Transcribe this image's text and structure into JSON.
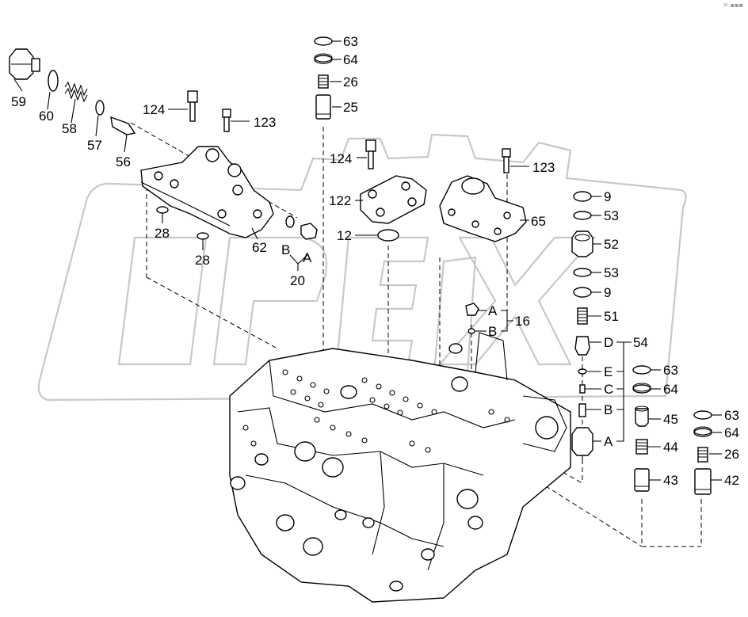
{
  "diagram": {
    "watermark": "OPEX",
    "corner_mark": "✕ ▪▪▪",
    "labels": {
      "p59": "59",
      "p60": "60",
      "p58": "58",
      "p57": "57",
      "p56": "56",
      "p124a": "124",
      "p123a": "123",
      "p28a": "28",
      "p28b": "28",
      "p62": "62",
      "p20": "20",
      "p20A": "A",
      "p20B": "B",
      "p63a": "63",
      "p64a": "64",
      "p26a": "26",
      "p25": "25",
      "p124b": "124",
      "p122": "122",
      "p12": "12",
      "p123b": "123",
      "p65": "65",
      "p16": "16",
      "p16A": "A",
      "p16B": "B",
      "p9a": "9",
      "p53a": "53",
      "p52": "52",
      "p53b": "53",
      "p9b": "9",
      "p51": "51",
      "p54": "54",
      "p54D": "D",
      "p54E": "E",
      "p54C": "C",
      "p54B": "B",
      "p54A": "A",
      "p63b": "63",
      "p64b": "64",
      "p45": "45",
      "p44": "44",
      "p43": "43",
      "p63c": "63",
      "p64c": "64",
      "p26b": "26",
      "p42": "42"
    }
  }
}
